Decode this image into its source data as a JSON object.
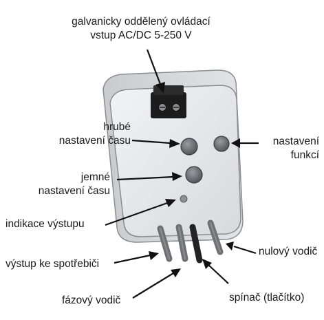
{
  "labels": {
    "top_line1": "galvanicky oddělený ovládací",
    "top_line2": "vstup AC/DC 5-250 V",
    "coarse_line1": "hrubé",
    "coarse_line2": "nastavení času",
    "fine_line1": "jemné",
    "fine_line2": "nastavení času",
    "indicator": "indikace výstupu",
    "output": "výstup ke spotřebiči",
    "phase": "fázový vodič",
    "func_line1": "nastavení",
    "func_line2": "funkcí",
    "neutral": "nulový vodič",
    "switch": "spínač (tlačítko)"
  },
  "colors": {
    "body_fill": "#e6e7ea",
    "body_stroke": "#8a8d92",
    "terminal": "#1c1c1c",
    "knob": "#6d6f74",
    "wire_dark": "#232323",
    "wire_gray": "#6f7074",
    "arrow": "#111111"
  }
}
